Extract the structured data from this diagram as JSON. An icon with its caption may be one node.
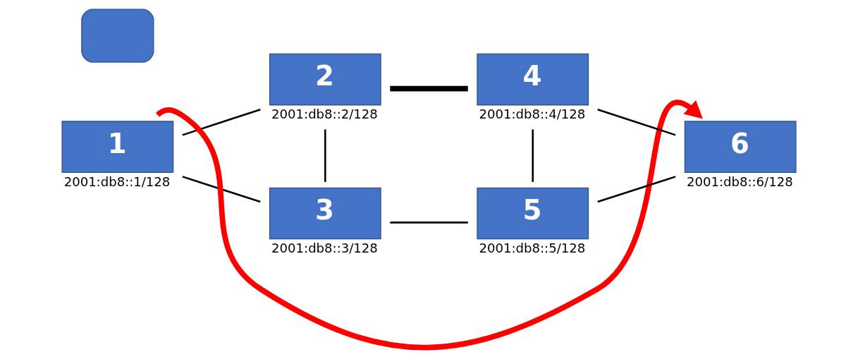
{
  "diagram": {
    "nodes": [
      {
        "text": [
          "1"
        ],
        "beside": [
          "2001:db8::1/128"
        ]
      },
      {
        "text": [
          "2"
        ],
        "beside": [
          "2001:db8::2/128"
        ]
      },
      {
        "text": [
          "3"
        ],
        "beside": [
          "2001:db8::3/128"
        ]
      },
      {
        "text": [
          "4"
        ],
        "beside": [
          "2001:db8::4/128"
        ]
      },
      {
        "text": [
          "5"
        ],
        "beside": [
          "2001:db8::5/128"
        ]
      },
      {
        "text": [
          "6"
        ],
        "beside": [
          "2001:db8::6/128"
        ]
      },
      {
        "text": [],
        "shape": "box"
      }
    ],
    "edges": [
      {
        "from": 0,
        "to": 1,
        "arrow": "none"
      },
      {
        "from": 0,
        "to": 2,
        "arrow": "none"
      },
      {
        "from": 1,
        "to": 2,
        "arrow": "none"
      },
      {
        "from": 1,
        "to": 3,
        "arrow": "none",
        "style": "thick"
      },
      {
        "from": 2,
        "to": 4,
        "arrow": "none"
      },
      {
        "from": 3,
        "to": 4,
        "arrow": "none"
      },
      {
        "from": 3,
        "to": 5,
        "arrow": "none"
      },
      {
        "from": 4,
        "to": 5,
        "arrow": "none"
      },
      {
        "from": 0,
        "to": 5,
        "arrow": "to",
        "style": "thick",
        "color": "#ff0000"
      }
    ]
  }
}
